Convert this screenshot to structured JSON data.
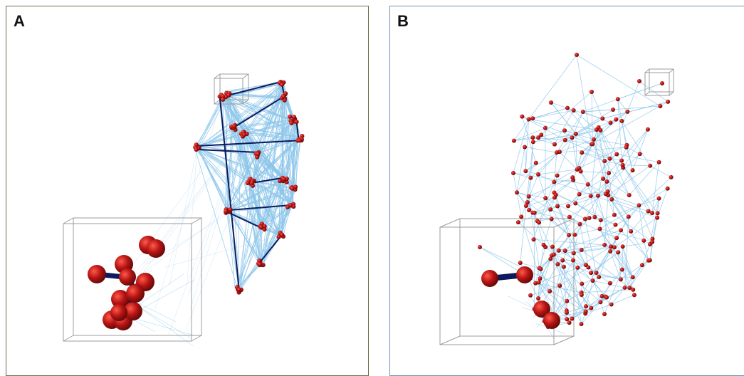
{
  "figure": {
    "panels": [
      {
        "label": "A"
      },
      {
        "label": "B"
      }
    ]
  },
  "colors": {
    "node": "#b81414",
    "node_dark": "#6a0a0a",
    "bond": "#0d1a5e",
    "edge": "#8cc6ea",
    "box": "#9c9c9c",
    "panel_a_border": "#6b6e4c",
    "panel_b_border": "#6f93b4"
  },
  "icons": {
    "node": "red-sphere-atom",
    "bond": "dark-blue-cylinder-bond"
  }
}
